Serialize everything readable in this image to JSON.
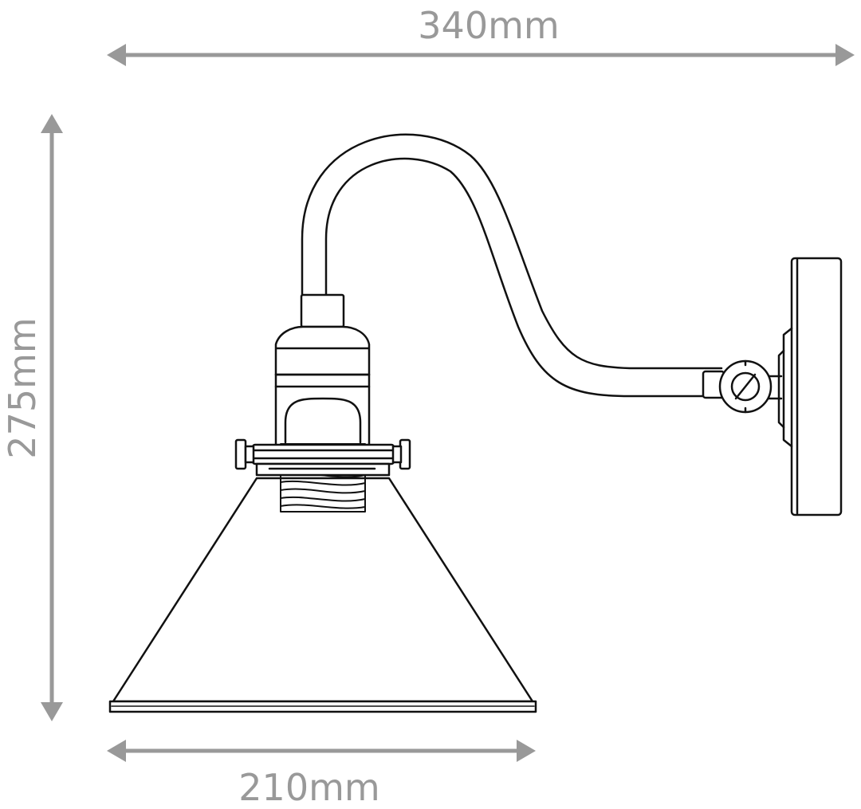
{
  "dimensions": {
    "width_label": "340mm",
    "height_label": "275mm",
    "shade_width_label": "210mm"
  },
  "colors": {
    "dimension": "#999999",
    "drawing": "#111111",
    "background": "#ffffff"
  },
  "icons": {
    "cable_entry": "circle-slash-icon"
  }
}
